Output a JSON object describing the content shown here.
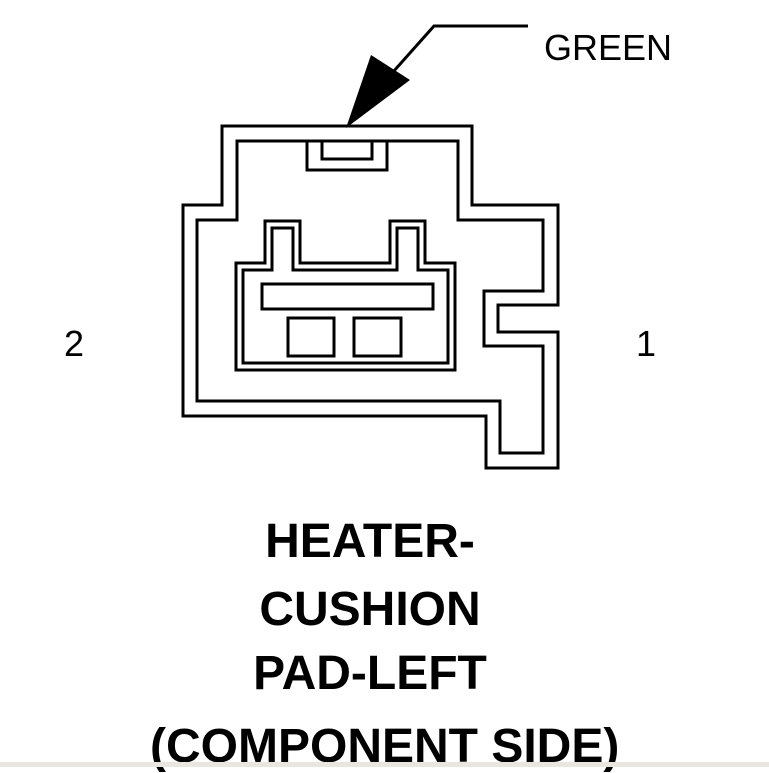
{
  "connector": {
    "wire_color_label": "GREEN",
    "pin_left_label": "2",
    "pin_right_label": "1",
    "name_lines": [
      "HEATER-",
      "CUSHION",
      "PAD-LEFT"
    ],
    "view_label": "(COMPONENT SIDE)"
  },
  "colors": {
    "ink": "#000000",
    "background": "#ffffff",
    "bottom_rule": "#e9e6df"
  }
}
